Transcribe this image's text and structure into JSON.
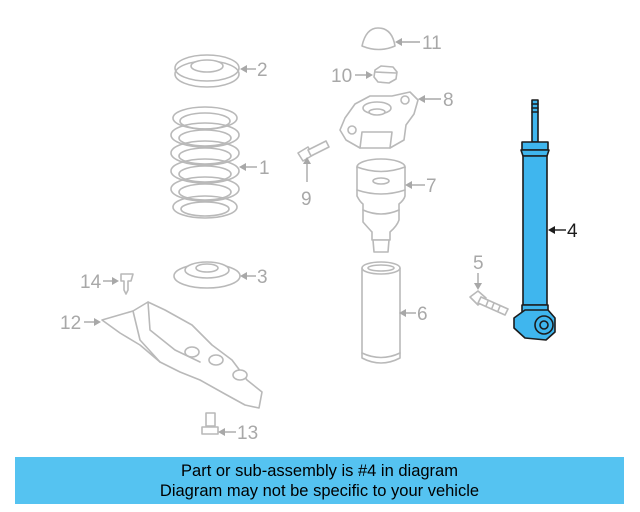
{
  "diagram": {
    "highlight_color": "#3fb6ee",
    "parts": [
      {
        "callout": "1",
        "highlighted": false
      },
      {
        "callout": "2",
        "highlighted": false
      },
      {
        "callout": "3",
        "highlighted": false
      },
      {
        "callout": "4",
        "highlighted": true
      },
      {
        "callout": "5",
        "highlighted": false
      },
      {
        "callout": "6",
        "highlighted": false
      },
      {
        "callout": "7",
        "highlighted": false
      },
      {
        "callout": "8",
        "highlighted": false
      },
      {
        "callout": "9",
        "highlighted": false
      },
      {
        "callout": "10",
        "highlighted": false
      },
      {
        "callout": "11",
        "highlighted": false
      },
      {
        "callout": "12",
        "highlighted": false
      },
      {
        "callout": "13",
        "highlighted": false
      },
      {
        "callout": "14",
        "highlighted": false
      }
    ]
  },
  "caption": {
    "line1": "Part or sub-assembly is #4 in diagram",
    "line2": "Diagram may not be specific to your vehicle",
    "background": "#55c3f1"
  }
}
